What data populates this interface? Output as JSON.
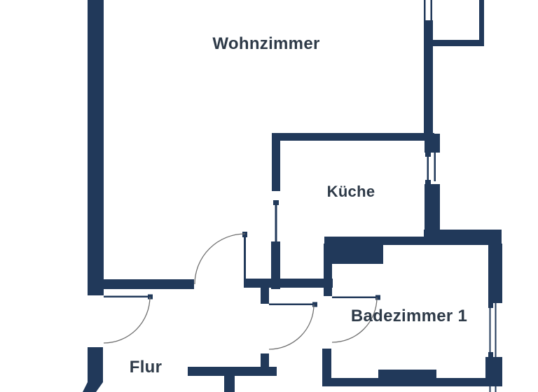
{
  "floorplan": {
    "type": "apartment-floor-plan",
    "rooms": [
      {
        "id": "wohnzimmer",
        "label": "Wohnzimmer"
      },
      {
        "id": "kueche",
        "label": "Küche"
      },
      {
        "id": "badezimmer1",
        "label": "Badezimmer 1"
      },
      {
        "id": "flur",
        "label": "Flur"
      }
    ],
    "colors": {
      "wall": "#21395A",
      "label": "#2E3A48",
      "door_arc": "#707070",
      "background": "#FFFFFF"
    }
  }
}
